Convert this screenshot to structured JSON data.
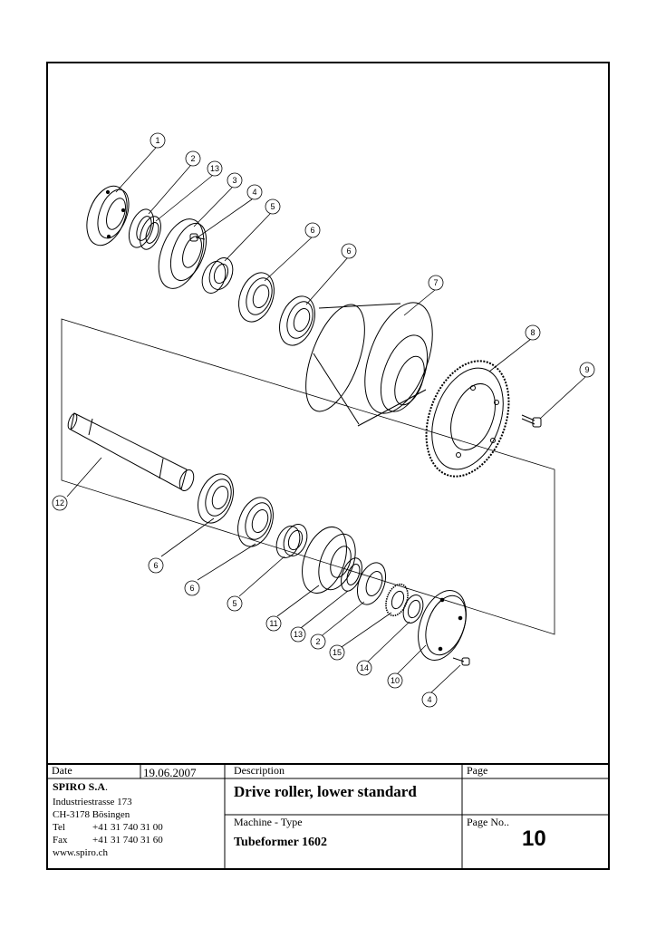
{
  "drawing": {
    "callouts": [
      "1",
      "2",
      "13",
      "3",
      "4",
      "5",
      "6",
      "6",
      "7",
      "8",
      "9",
      "12",
      "6",
      "6",
      "5",
      "11",
      "13",
      "2",
      "15",
      "14",
      "10",
      "4"
    ]
  },
  "title_block": {
    "date_label": "Date",
    "date_value": "19.06.2007",
    "description_label": "Description",
    "page_label": "Page",
    "company_name": "SPIRO S.A",
    "company_name_suffix": ".",
    "street": "Industriestrasse 173",
    "city": "CH-3178 Bösingen",
    "tel_label": "Tel",
    "tel_value": "+41 31 740 31 00",
    "fax_label": "Fax",
    "fax_value": "+41 31 740 31 60",
    "website": "www.spiro.ch",
    "description": "Drive roller, lower standard",
    "machine_type_label": "Machine - Type",
    "machine_type": "Tubeformer 1602",
    "page_no_label": "Page No..",
    "page_no": "10"
  }
}
